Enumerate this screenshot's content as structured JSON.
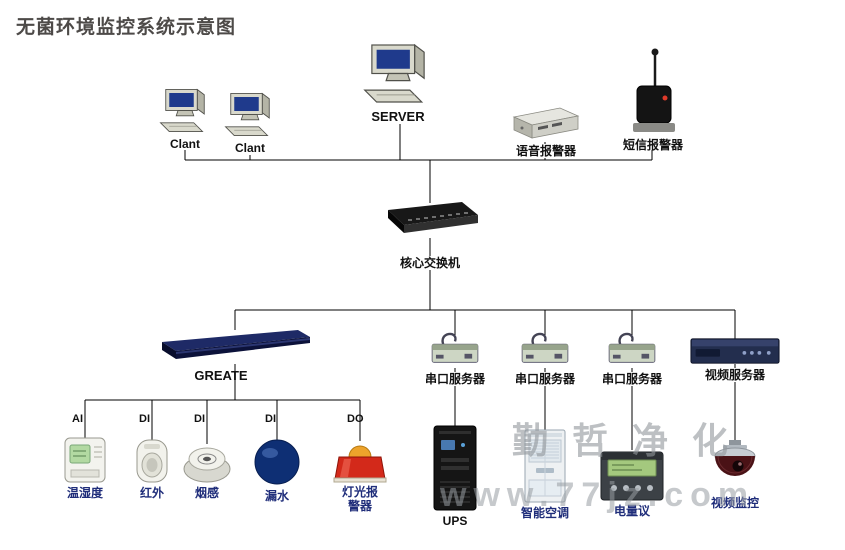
{
  "title": "无菌环境监控系统示意图",
  "watermark": {
    "brand": "勤哲净化",
    "url": "www.77jz.com"
  },
  "ports": {
    "ai": "AI",
    "di1": "DI",
    "di2": "DI",
    "di3": "DI",
    "do": "DO"
  },
  "nodes": {
    "client1": "Clant",
    "client2": "Clant",
    "server": "SERVER",
    "voice_alarm": "语音报警器",
    "sms_alarm": "短信报警器",
    "core_switch": "核心交换机",
    "greate": "GREATE",
    "serial_server_1": "串口服务器",
    "serial_server_2": "串口服务器",
    "serial_server_3": "串口服务器",
    "video_server": "视频服务器",
    "temp_humidity": "温湿度",
    "infrared": "红外",
    "smoke": "烟感",
    "water_leak": "漏水",
    "light_alarm": "灯光报警器",
    "ups": "UPS",
    "smart_ac": "智能空调",
    "power_meter": "电量议",
    "video_monitor": "视频监控"
  }
}
